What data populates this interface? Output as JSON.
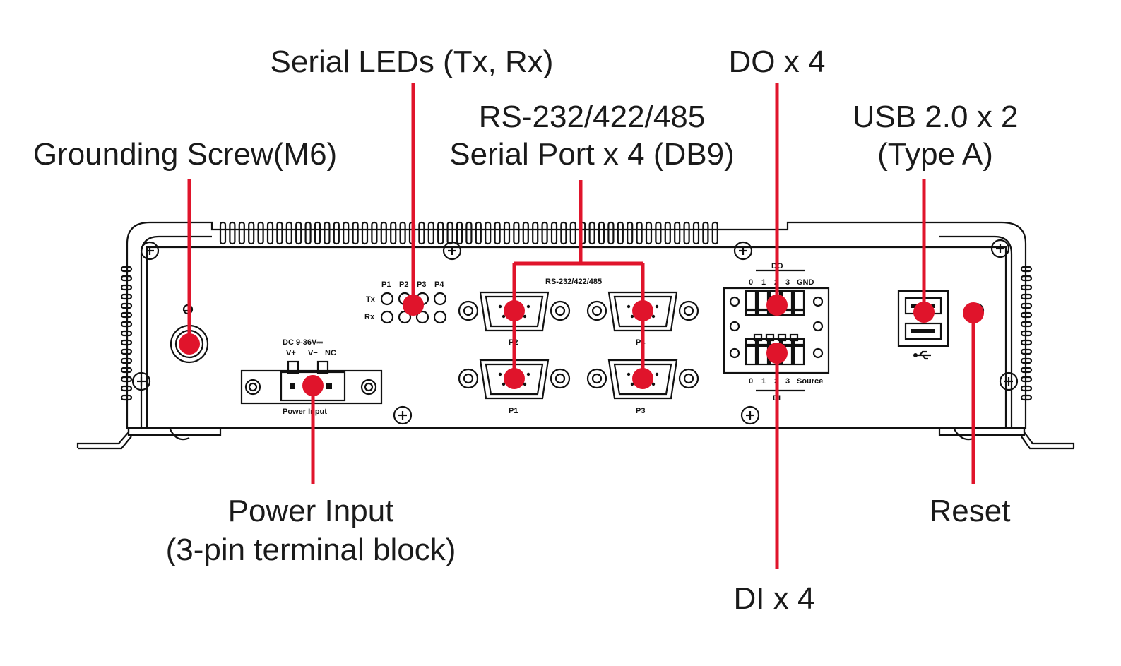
{
  "callouts": {
    "serial_leds": "Serial LEDs (Tx, Rx)",
    "grounding": "Grounding Screw(M6)",
    "serial_ports_1": "RS-232/422/485",
    "serial_ports_2": "Serial Port x 4 (DB9)",
    "do": "DO x 4",
    "usb_1": "USB 2.0 x 2",
    "usb_2": "(Type A)",
    "power_1": "Power Input",
    "power_2": "(3-pin terminal block)",
    "reset": "Reset",
    "di": "DI x 4"
  },
  "panel_labels": {
    "led_p1": "P1",
    "led_p2": "P2",
    "led_p3": "P3",
    "led_p4": "P4",
    "tx": "Tx",
    "rx": "Rx",
    "rs_header": "RS-232/422/485",
    "port_p2": "P2",
    "port_p4": "P4",
    "port_p1": "P1",
    "port_p3": "P3",
    "dc": "DC 9-36V⎓",
    "vplus": "V+",
    "vminus": "V−",
    "nc": "NC",
    "power_input": "Power Input",
    "do_header": "DO",
    "do_0": "0",
    "do_1": "1",
    "do_2": "2",
    "do_3": "3",
    "gnd": "GND",
    "di_0": "0",
    "di_1": "1",
    "di_2": "2",
    "di_3": "3",
    "source": "Source",
    "di_header": "DI"
  },
  "colors": {
    "callout_line": "#e0142b",
    "outline": "#111111"
  }
}
